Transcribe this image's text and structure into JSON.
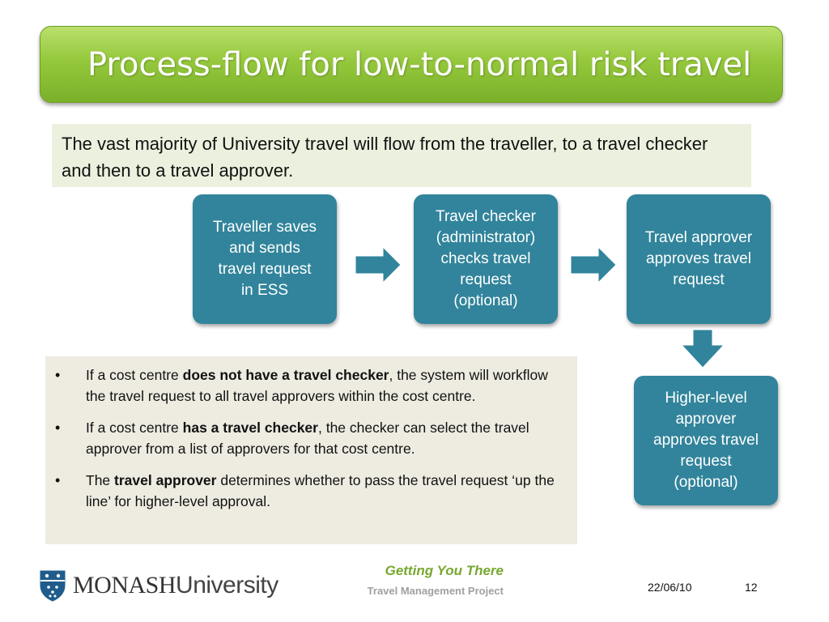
{
  "title": "Process-flow for low-to-normal risk travel",
  "intro": "The vast majority of University travel will flow from the traveller, to a travel checker and then to a travel approver.",
  "flow": {
    "traveller": "Traveller saves\nand sends\ntravel request\nin ESS",
    "checker": "Travel  checker\n(administrator)\nchecks travel\nrequest\n(optional)",
    "approver": "Travel approver\napproves travel\nrequest",
    "higher": "Higher-level\napprover\napproves travel\nrequest\n(optional)"
  },
  "bullets": [
    {
      "pre": "If a cost centre ",
      "bold": "does not have a travel checker",
      "post": ", the system will workflow the travel request to all travel approvers within the cost centre."
    },
    {
      "pre": "If a cost centre ",
      "bold": "has a travel checker",
      "post": ", the checker can select the travel approver from a list of approvers for that cost centre."
    },
    {
      "pre": "The ",
      "bold": "travel approver",
      "post": " determines whether to pass the travel request ‘up the line’ for higher-level approval."
    }
  ],
  "bullet_symbol": "•",
  "footer": {
    "logo_name": "MONASH",
    "logo_university": "University",
    "tagline": "Getting You There",
    "project": "Travel Management Project",
    "date": "22/06/10",
    "page": "12"
  },
  "colors": {
    "title_green": "#8cc63f",
    "box_teal": "#31849b",
    "intro_bg": "#ebf1de",
    "bullets_bg": "#eeece1",
    "tagline_green": "#77a82f"
  }
}
